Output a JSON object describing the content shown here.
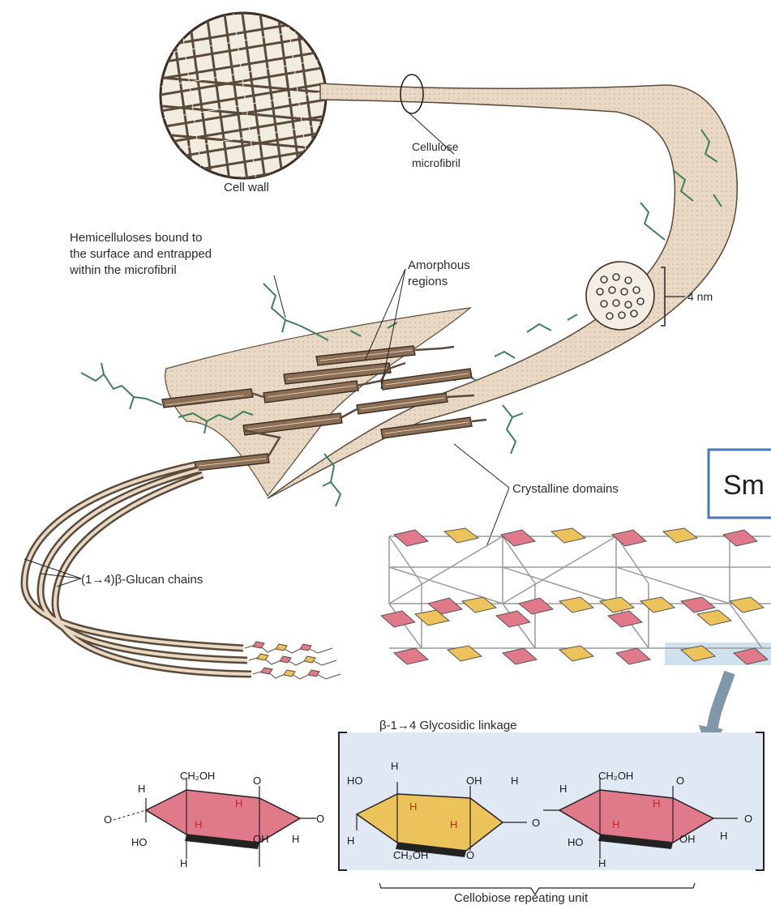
{
  "labels": {
    "cell_wall": "Cell wall",
    "cellulose_line1": "Cellulose",
    "cellulose_line2": "microfibril",
    "hemi_line1": "Hemicelluloses bound to",
    "hemi_line2": "the surface and entrapped",
    "hemi_line3": "within the microfibril",
    "amorphous_line1": "Amorphous",
    "amorphous_line2": "regions",
    "diameter": "4 nm",
    "crystalline": "Crystalline domains",
    "glucan": "(1→4)β-Glucan chains",
    "linkage": "β-1→4 Glycosidic linkage",
    "repeat_unit": "Cellobiose repeating unit"
  },
  "callout": {
    "text": "Sm"
  },
  "atoms": {
    "H": "H",
    "O": "O",
    "HO": "HO",
    "OH": "OH",
    "CH2OH": "CH₂OH"
  },
  "colors": {
    "fibril": "#e9d9c4",
    "hemi": "#3f7f5f",
    "glucose_pink": "#e07a8a",
    "glucose_yellow": "#ecc25a",
    "panel_blue": "#dfe8f3",
    "callout_border": "#4a78b5"
  }
}
